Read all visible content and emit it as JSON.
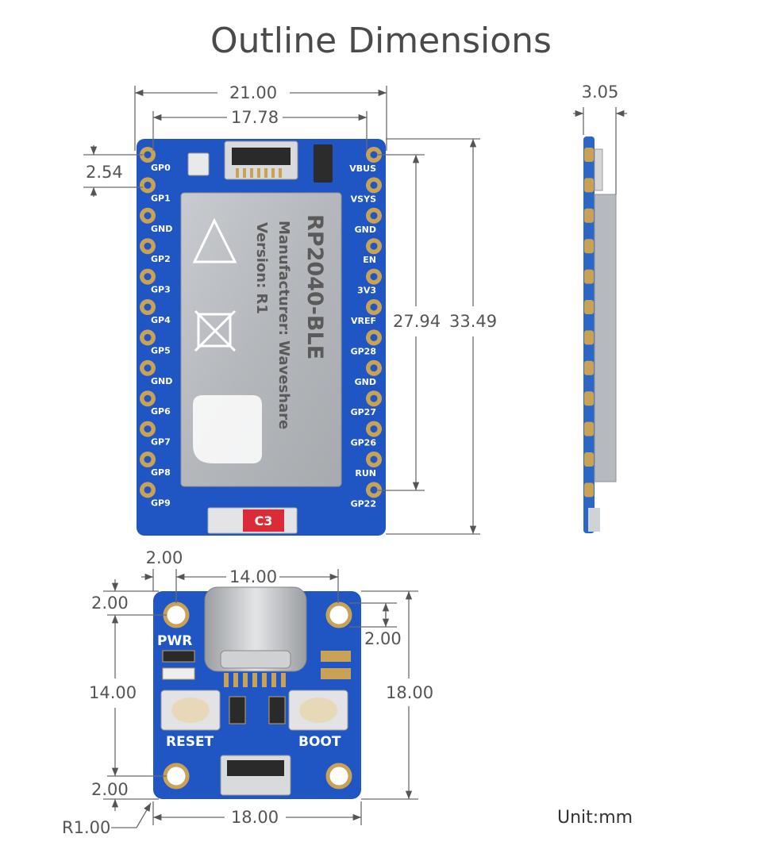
{
  "title": "Outline Dimensions",
  "unit": "Unit:mm",
  "module": {
    "width": "21.00",
    "pin_span": "17.78",
    "pitch": "2.54",
    "pin_length": "27.94",
    "height": "33.49",
    "thickness": "3.05",
    "chip_name": "RP2040-BLE",
    "manufacturer": "Manufacturer: Waveshare",
    "version": "Version: R1",
    "red_chip": "C3",
    "left_pins": [
      "GP0",
      "GP1",
      "GND",
      "GP2",
      "GP3",
      "GP4",
      "GP5",
      "GND",
      "GP6",
      "GP7",
      "GP8",
      "GP9"
    ],
    "right_pins": [
      "VBUS",
      "VSYS",
      "GND",
      "EN",
      "3V3",
      "VREF",
      "GP28",
      "GND",
      "GP27",
      "GP26",
      "RUN",
      "GP22"
    ]
  },
  "adapter": {
    "hole_offset_x": "2.00",
    "hole_span_x": "14.00",
    "hole_offset_top": "2.00",
    "hole_offset_right": "2.00",
    "hole_span_y": "14.00",
    "height": "18.00",
    "hole_offset_bottom": "2.00",
    "width": "18.00",
    "corner_radius": "R1.00",
    "pwr_label": "PWR",
    "reset_label": "RESET",
    "boot_label": "BOOT"
  },
  "colors": {
    "pcb": "#1f56c3",
    "pad": "#c9a255",
    "shield": "#b9bcc0",
    "dimension": "#6b6b6b"
  }
}
